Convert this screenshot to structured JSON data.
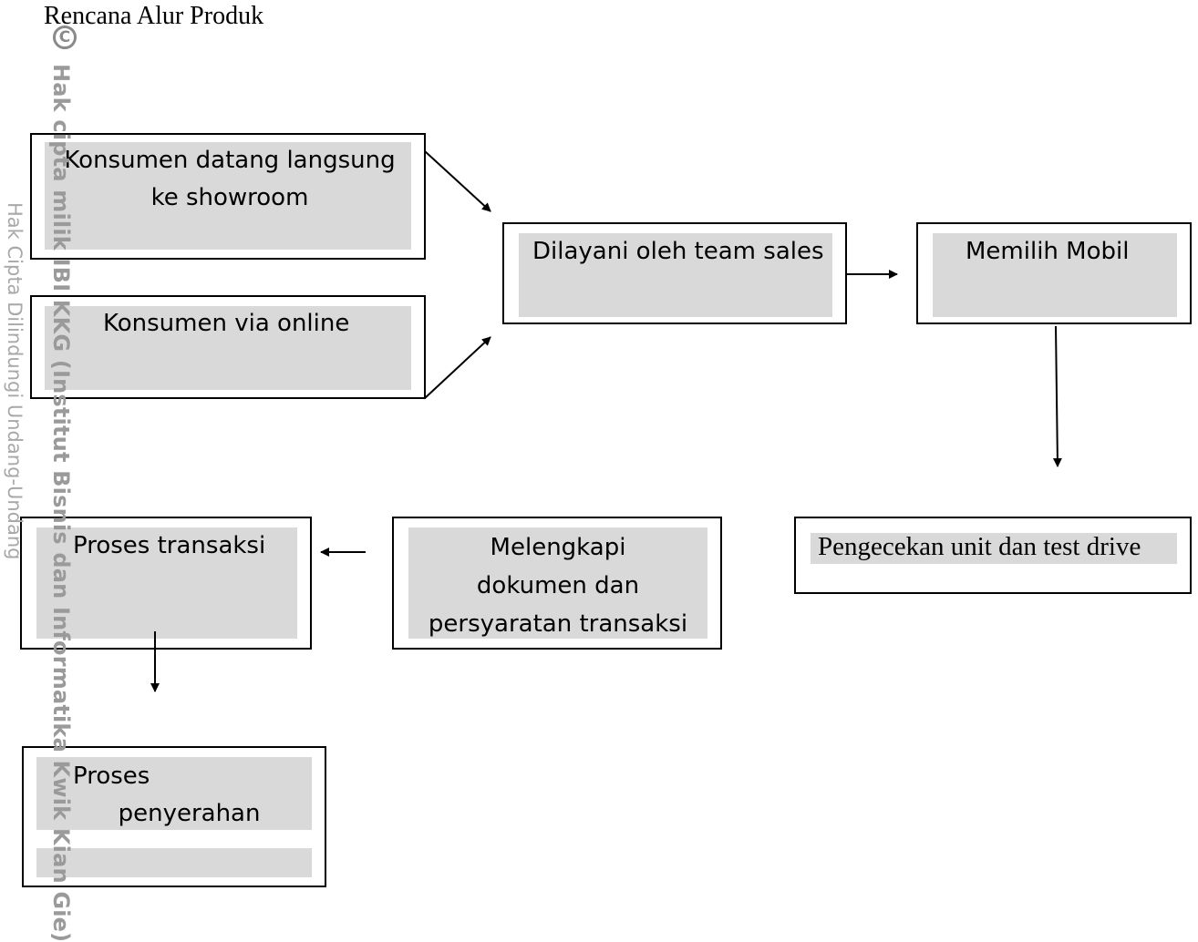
{
  "title": "Rencana Alur Produk",
  "watermark": {
    "copyright_symbol": "C",
    "primary_text": "Hak cipta milik IBI KKG (Institut Bisnis dan Informatika Kwik Kian Gie)",
    "secondary_text": "Hak Cipta Dilindungi Undang-Undang"
  },
  "nodes": {
    "konsumen_showroom": "Konsumen datang langsung\nke showroom",
    "konsumen_online": "Konsumen via online",
    "dilayani_sales": "Dilayani oleh team sales",
    "memilih_mobil": "Memilih Mobil",
    "pengecekan": "Pengecekan unit dan test drive",
    "melengkapi": "Melengkapi\ndokumen dan\npersyaratan transaksi",
    "proses_transaksi": "Proses transaksi",
    "proses_penyerahan": "Proses\n      penyerahan"
  }
}
